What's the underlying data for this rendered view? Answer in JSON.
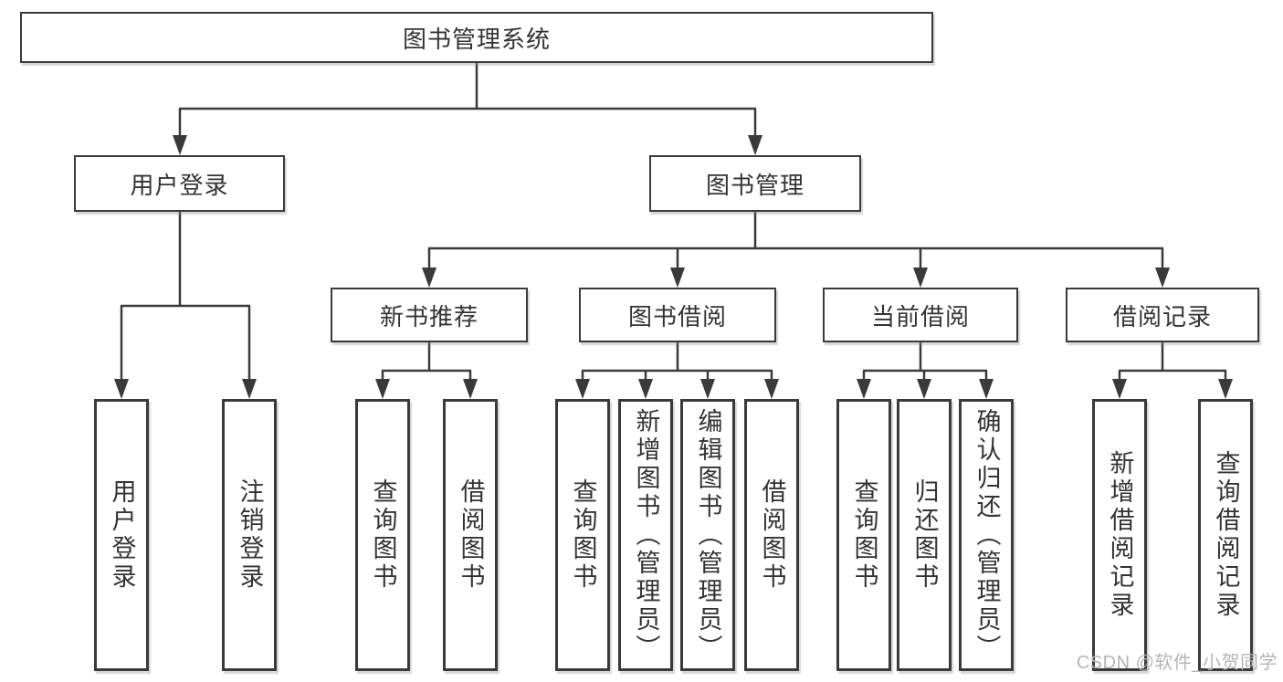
{
  "title": {
    "label": "图书管理系统"
  },
  "level2": {
    "user_login": "用户登录",
    "book_mgmt": "图书管理"
  },
  "level3": {
    "new_books": "新书推荐",
    "borrowing": "图书借阅",
    "current": "当前借阅",
    "records": "借阅记录"
  },
  "leaves": {
    "user_login": [
      "用户登录",
      "注销登录"
    ],
    "new_books": [
      "查询图书",
      "借阅图书"
    ],
    "borrowing": [
      "查询图书",
      "新增图书（管理员）",
      "编辑图书（管理员）",
      "借阅图书"
    ],
    "current": [
      "查询图书",
      "归还图书",
      "确认归还（管理员）"
    ],
    "records": [
      "新增借阅记录",
      "查询借阅记录"
    ]
  },
  "watermark": {
    "text": "CSDN @软件_小贺同学"
  },
  "colors": {
    "line": "#3a3a3a",
    "text": "#333333",
    "box_background": "#ffffff",
    "watermark": "#b5b5b5"
  }
}
